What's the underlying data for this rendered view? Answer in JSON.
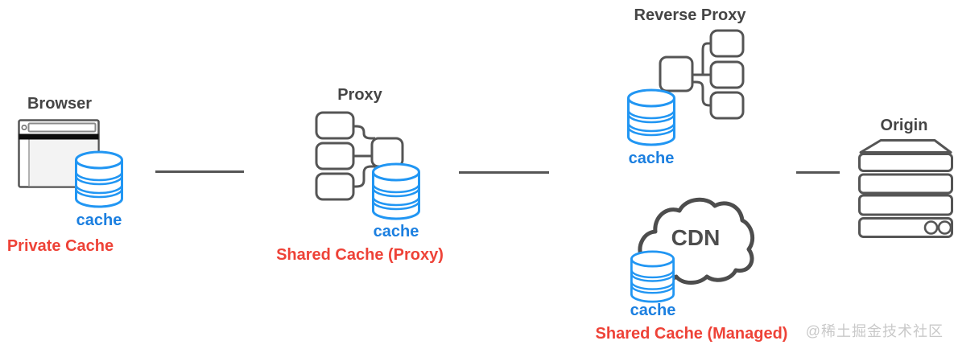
{
  "colors": {
    "blue": "#2196f3",
    "blue_text": "#1b7fe0",
    "red": "#ee4237",
    "gray_text": "#454545",
    "icon_stroke": "#555555",
    "cloud_stroke": "#4d4d4d",
    "cdn_text": "#4d4d4d",
    "line": "#555555",
    "watermark_color": "#c9c9c9"
  },
  "nodes": {
    "browser": {
      "title": "Browser",
      "icon": "browser-window-icon",
      "cache_icon": "database-icon",
      "cache_label": "cache",
      "caption": "Private Cache"
    },
    "proxy": {
      "title": "Proxy",
      "icon": "proxy-nodes-icon",
      "cache_icon": "database-icon",
      "cache_label": "cache",
      "caption": "Shared Cache (Proxy)"
    },
    "reverse_proxy": {
      "title": "Reverse Proxy",
      "icon": "reverse-proxy-nodes-icon",
      "cache_icon": "database-icon",
      "cache_label": "cache"
    },
    "cdn": {
      "title": "CDN",
      "icon": "cloud-icon",
      "cache_icon": "database-icon",
      "cache_label": "cache",
      "caption": "Shared Cache (Managed)"
    },
    "origin": {
      "title": "Origin",
      "icon": "server-stack-icon"
    }
  },
  "watermark": {
    "text": "@稀土掘金技术社区"
  }
}
